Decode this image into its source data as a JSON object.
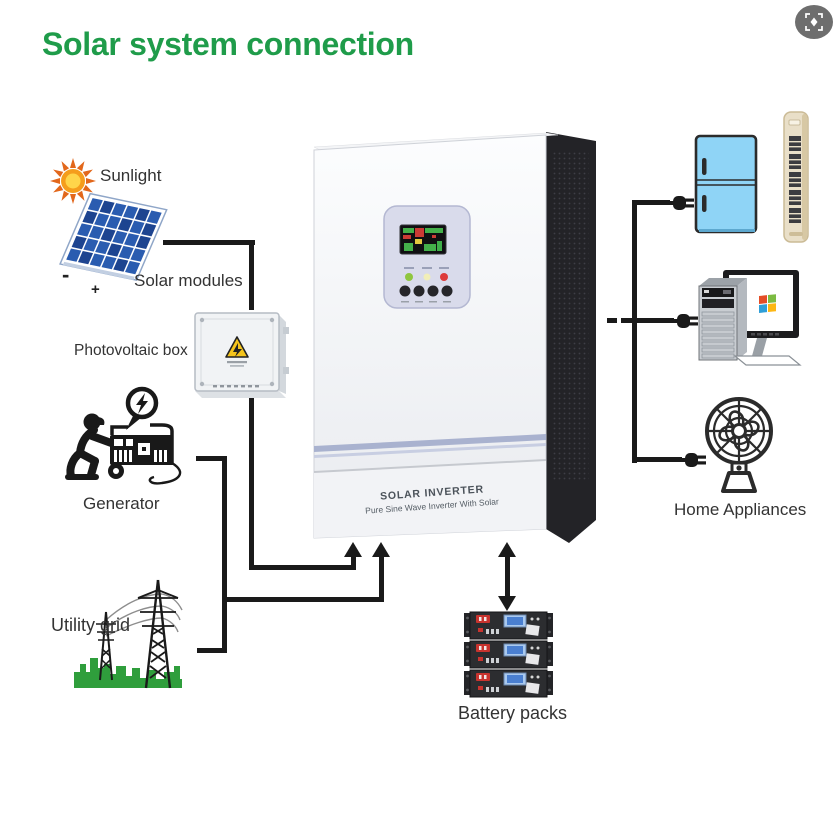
{
  "title": "Solar system connection",
  "corner_button": {
    "name": "image-search"
  },
  "labels": {
    "sunlight": "Sunlight",
    "solar_modules": "Solar modules",
    "solar_minus": "-",
    "solar_plus": "+",
    "photovoltaic_box": "Photovoltaic box",
    "generator": "Generator",
    "utility_grid": "Utility grid",
    "battery_packs": "Battery packs",
    "home_appliances": "Home Appliances"
  },
  "inverter": {
    "title": "SOLAR INVERTER",
    "subtitle": "Pure Sine Wave Inverter With Solar"
  },
  "colors": {
    "title_green": "#1f9c4a",
    "wire_black": "#1a1a1a",
    "fridge_blue": "#8fd4f6",
    "grid_green": "#2f9e3c",
    "warning_yellow": "#f6c51c"
  }
}
